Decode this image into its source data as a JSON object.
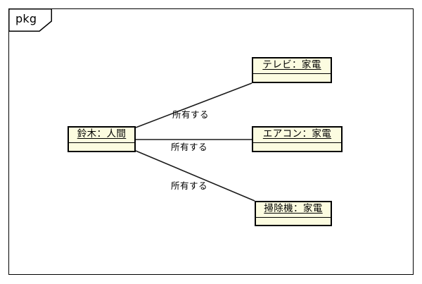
{
  "diagram": {
    "kind": "uml-object-diagram",
    "package": {
      "label": "pkg"
    },
    "colors": {
      "object_fill": "#FCFCE0",
      "object_border": "#000000",
      "link_stroke": "#1A1A1A",
      "frame_border": "#000000",
      "canvas_background": "#FFFFFF",
      "text": "#000000"
    },
    "objects": [
      {
        "id": "suzuki",
        "title": "鈴木：人間",
        "instance_name": "鈴木",
        "class_name": "人間",
        "attributes": []
      },
      {
        "id": "tv",
        "title": "テレビ：家電",
        "instance_name": "テレビ",
        "class_name": "家電",
        "attributes": []
      },
      {
        "id": "aircon",
        "title": "エアコン：家電",
        "instance_name": "エアコン",
        "class_name": "家電",
        "attributes": []
      },
      {
        "id": "vacuum",
        "title": "掃除機：家電",
        "instance_name": "掃除機",
        "class_name": "家電",
        "attributes": []
      }
    ],
    "links": [
      {
        "id": "link-tv",
        "from": "suzuki",
        "to": "tv",
        "label": "所有する"
      },
      {
        "id": "link-ac",
        "from": "suzuki",
        "to": "aircon",
        "label": "所有する"
      },
      {
        "id": "link-vacuum",
        "from": "suzuki",
        "to": "vacuum",
        "label": "所有する"
      }
    ]
  }
}
